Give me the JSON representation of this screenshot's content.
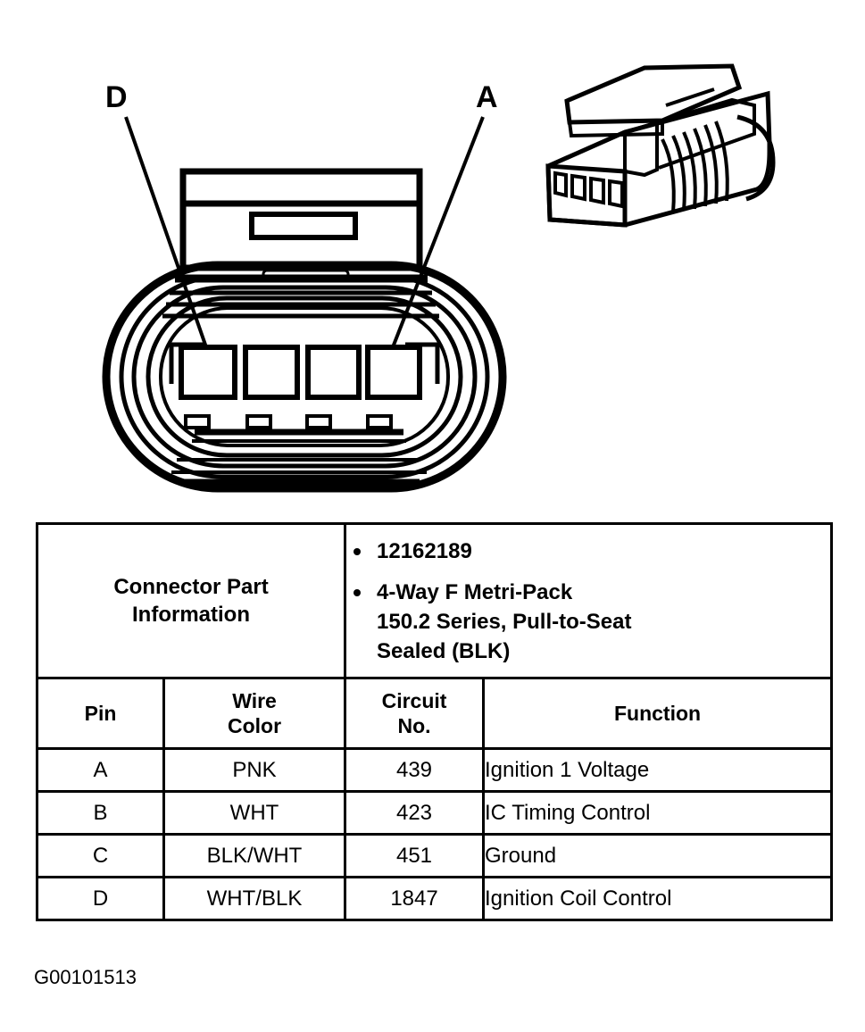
{
  "figure": {
    "id_label": "G00101513",
    "callouts": [
      {
        "name": "callout-d",
        "label": "D",
        "points_to": "pin-cavity-1"
      },
      {
        "name": "callout-a",
        "label": "A",
        "points_to": "pin-cavity-4"
      }
    ],
    "front_view": {
      "cavity_count": 4,
      "shape": "stadium-oval",
      "latch_tower": "top-center"
    },
    "iso_view": {
      "terminal_slots": 4,
      "has_latch_arm": true,
      "has_ribbed_seal": true
    }
  },
  "table": {
    "part_info": {
      "label_line1": "Connector Part",
      "label_line2": "Information",
      "bullets": [
        "12162189",
        "4-Way F Metri-Pack 150.2 Series, Pull-to-Seat Sealed (BLK)"
      ],
      "bullet2_lines": [
        "4-Way F Metri-Pack",
        "150.2 Series, Pull-to-Seat",
        "Sealed (BLK)"
      ]
    },
    "headers": {
      "pin": "Pin",
      "wire_color_line1": "Wire",
      "wire_color_line2": "Color",
      "circuit_line1": "Circuit",
      "circuit_line2": "No.",
      "function": "Function"
    },
    "rows": [
      {
        "pin": "A",
        "wire_color": "PNK",
        "circuit_no": "439",
        "function": "Ignition 1 Voltage"
      },
      {
        "pin": "B",
        "wire_color": "WHT",
        "circuit_no": "423",
        "function": "IC Timing Control"
      },
      {
        "pin": "C",
        "wire_color": "BLK/WHT",
        "circuit_no": "451",
        "function": "Ground"
      },
      {
        "pin": "D",
        "wire_color": "WHT/BLK",
        "circuit_no": "1847",
        "function": "Ignition Coil Control"
      }
    ]
  },
  "colors": {
    "ink": "#000000",
    "paper": "#ffffff"
  }
}
